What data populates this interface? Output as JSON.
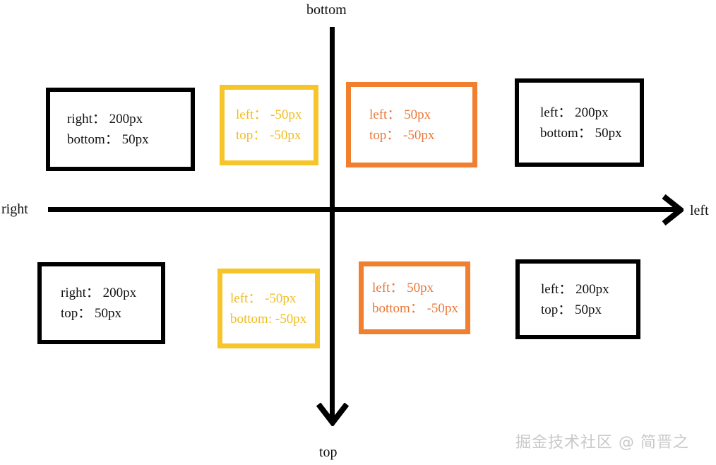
{
  "diagram": {
    "title": "CSS positioning offsets axis diagram",
    "axes": {
      "vertical_top_label": "bottom",
      "vertical_bottom_label": "top",
      "horizontal_left_label": "right",
      "horizontal_right_label": "left",
      "axis_color": "#000000",
      "arrow_up_icon": "arrow-none",
      "arrow_right_icon": "arrow-right-icon",
      "arrow_down_icon": "arrow-down-icon"
    },
    "colors": {
      "black": "#000000",
      "yellow": "#f5c52a",
      "orange": "#f08030",
      "watermark": "#c9c9c9"
    },
    "boxes": [
      {
        "id": "top-left-black",
        "color": "black",
        "quadrant": "upper-left",
        "lines": [
          "right： 200px",
          "bottom： 50px"
        ]
      },
      {
        "id": "top-center-yellow",
        "color": "yellow",
        "quadrant": "upper-left",
        "lines": [
          "left： -50px",
          "top： -50px"
        ]
      },
      {
        "id": "top-center-right-orange",
        "color": "orange",
        "quadrant": "upper-right",
        "lines": [
          "left： 50px",
          "top： -50px"
        ]
      },
      {
        "id": "top-right-black",
        "color": "black",
        "quadrant": "upper-right",
        "lines": [
          "left： 200px",
          "bottom： 50px"
        ]
      },
      {
        "id": "bottom-left-black",
        "color": "black",
        "quadrant": "lower-left",
        "lines": [
          "right： 200px",
          "top： 50px"
        ]
      },
      {
        "id": "bottom-center-yellow",
        "color": "yellow",
        "quadrant": "lower-left",
        "lines": [
          "left： -50px",
          "bottom: -50px"
        ]
      },
      {
        "id": "bottom-center-right-orange",
        "color": "orange",
        "quadrant": "lower-right",
        "lines": [
          "left： 50px",
          "bottom： -50px"
        ]
      },
      {
        "id": "bottom-right-black",
        "color": "black",
        "quadrant": "lower-right",
        "lines": [
          "left： 200px",
          "top： 50px"
        ]
      }
    ],
    "watermark": "掘金技术社区 @ 简晋之"
  }
}
